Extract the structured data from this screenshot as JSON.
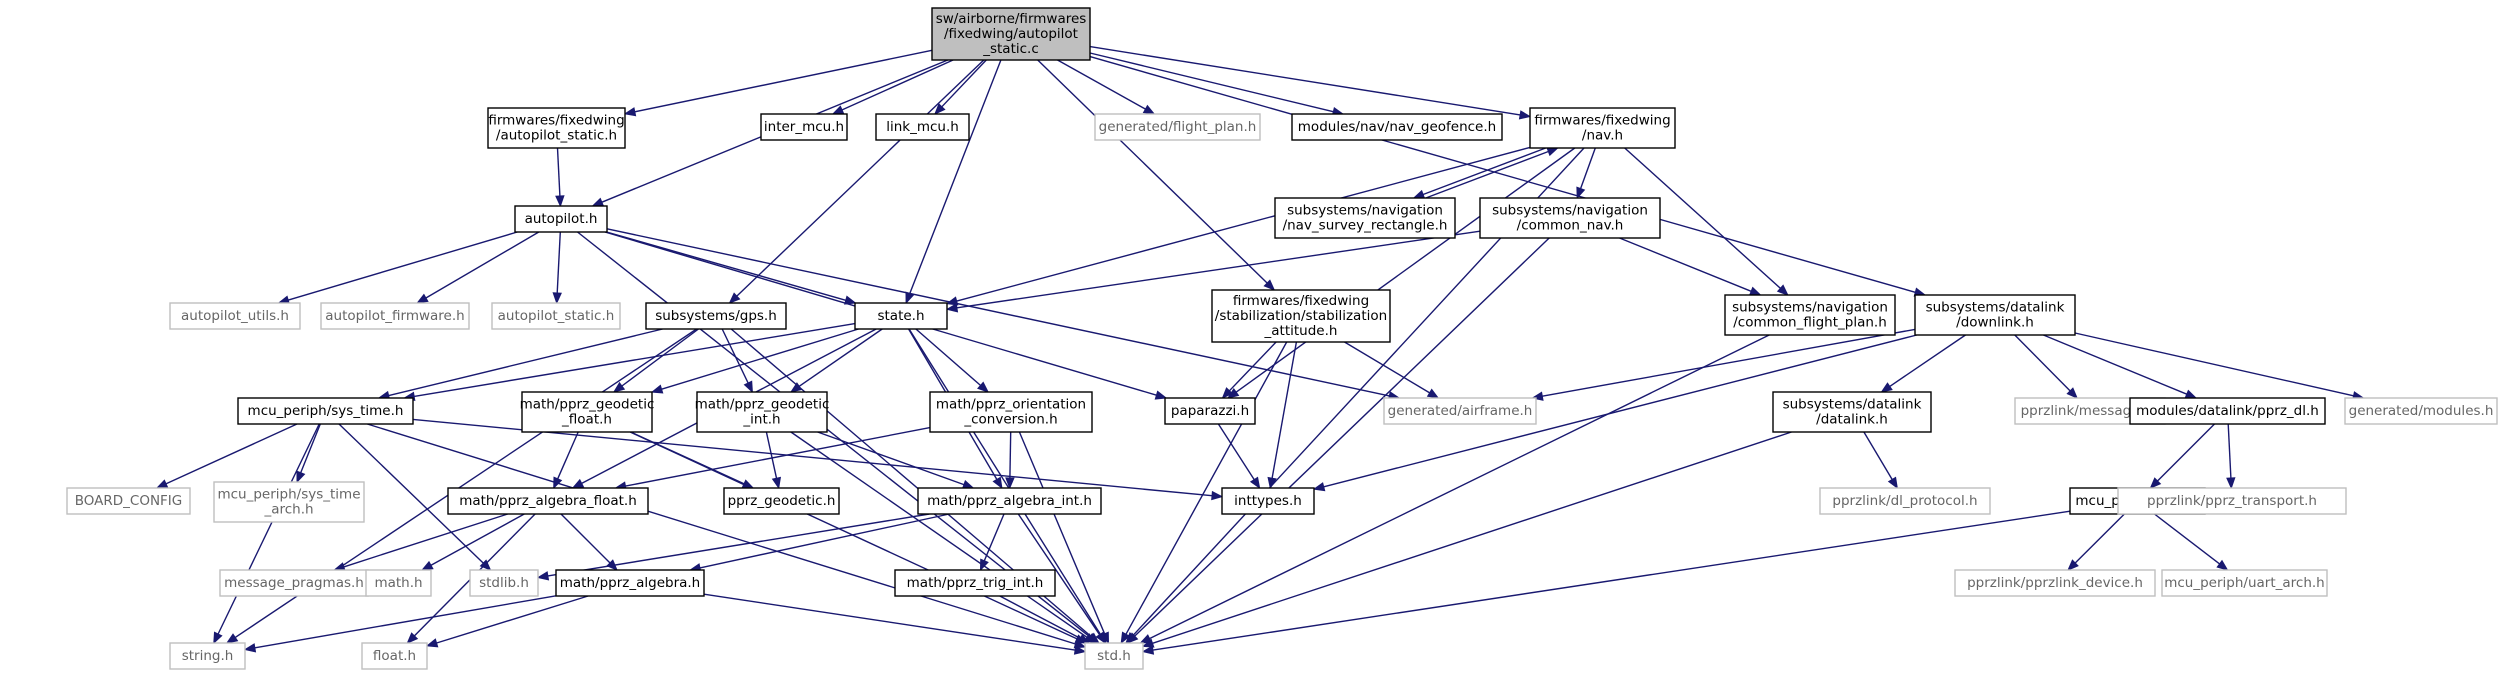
{
  "colors": {
    "edge": "#191970",
    "root_fill": "#bfbfbf",
    "ghost_border": "#bfbfbf",
    "ghost_text": "#666666"
  },
  "nodes": [
    {
      "id": "root",
      "lines": [
        "sw/airborne/firmwares",
        "/fixedwing/autopilot",
        "_static.c"
      ],
      "kind": "root"
    },
    {
      "id": "fw_autopilot_static_h",
      "lines": [
        "firmwares/fixedwing",
        "/autopilot_static.h"
      ],
      "kind": "normal"
    },
    {
      "id": "inter_mcu",
      "lines": [
        "inter_mcu.h"
      ],
      "kind": "normal"
    },
    {
      "id": "link_mcu",
      "lines": [
        "link_mcu.h"
      ],
      "kind": "normal"
    },
    {
      "id": "flight_plan",
      "lines": [
        "generated/flight_plan.h"
      ],
      "kind": "ghost"
    },
    {
      "id": "nav_geofence",
      "lines": [
        "modules/nav/nav_geofence.h"
      ],
      "kind": "normal"
    },
    {
      "id": "fw_nav",
      "lines": [
        "firmwares/fixedwing",
        "/nav.h"
      ],
      "kind": "normal"
    },
    {
      "id": "autopilot_h",
      "lines": [
        "autopilot.h"
      ],
      "kind": "normal"
    },
    {
      "id": "nav_survey",
      "lines": [
        "subsystems/navigation",
        "/nav_survey_rectangle.h"
      ],
      "kind": "normal"
    },
    {
      "id": "common_nav",
      "lines": [
        "subsystems/navigation",
        "/common_nav.h"
      ],
      "kind": "normal"
    },
    {
      "id": "autopilot_utils",
      "lines": [
        "autopilot_utils.h"
      ],
      "kind": "ghost"
    },
    {
      "id": "autopilot_firmware",
      "lines": [
        "autopilot_firmware.h"
      ],
      "kind": "ghost"
    },
    {
      "id": "autopilot_static",
      "lines": [
        "autopilot_static.h"
      ],
      "kind": "ghost"
    },
    {
      "id": "gps",
      "lines": [
        "subsystems/gps.h"
      ],
      "kind": "normal"
    },
    {
      "id": "state",
      "lines": [
        "state.h"
      ],
      "kind": "normal"
    },
    {
      "id": "stab_att",
      "lines": [
        "firmwares/fixedwing",
        "/stabilization/stabilization",
        "_attitude.h"
      ],
      "kind": "normal"
    },
    {
      "id": "common_fp",
      "lines": [
        "subsystems/navigation",
        "/common_flight_plan.h"
      ],
      "kind": "normal"
    },
    {
      "id": "downlink",
      "lines": [
        "subsystems/datalink",
        "/downlink.h"
      ],
      "kind": "normal"
    },
    {
      "id": "sys_time",
      "lines": [
        "mcu_periph/sys_time.h"
      ],
      "kind": "normal"
    },
    {
      "id": "geo_float",
      "lines": [
        "math/pprz_geodetic",
        "_float.h"
      ],
      "kind": "normal"
    },
    {
      "id": "geo_int",
      "lines": [
        "math/pprz_geodetic",
        "_int.h"
      ],
      "kind": "normal"
    },
    {
      "id": "orient_conv",
      "lines": [
        "math/pprz_orientation",
        "_conversion.h"
      ],
      "kind": "normal"
    },
    {
      "id": "paparazzi",
      "lines": [
        "paparazzi.h"
      ],
      "kind": "normal"
    },
    {
      "id": "airframe",
      "lines": [
        "generated/airframe.h"
      ],
      "kind": "ghost"
    },
    {
      "id": "datalink",
      "lines": [
        "subsystems/datalink",
        "/datalink.h"
      ],
      "kind": "normal"
    },
    {
      "id": "messages",
      "lines": [
        "pprzlink/messages.h"
      ],
      "kind": "ghost"
    },
    {
      "id": "pprz_dl",
      "lines": [
        "modules/datalink/pprz_dl.h"
      ],
      "kind": "normal"
    },
    {
      "id": "gen_modules",
      "lines": [
        "generated/modules.h"
      ],
      "kind": "ghost"
    },
    {
      "id": "board_config",
      "lines": [
        "BOARD_CONFIG"
      ],
      "kind": "ghost"
    },
    {
      "id": "sys_time_arch",
      "lines": [
        "mcu_periph/sys_time",
        "_arch.h"
      ],
      "kind": "ghost"
    },
    {
      "id": "algebra_float",
      "lines": [
        "math/pprz_algebra_float.h"
      ],
      "kind": "normal"
    },
    {
      "id": "geodetic",
      "lines": [
        "pprz_geodetic.h"
      ],
      "kind": "normal"
    },
    {
      "id": "algebra_int",
      "lines": [
        "math/pprz_algebra_int.h"
      ],
      "kind": "normal"
    },
    {
      "id": "inttypes",
      "lines": [
        "inttypes.h"
      ],
      "kind": "normal"
    },
    {
      "id": "dl_protocol",
      "lines": [
        "pprzlink/dl_protocol.h"
      ],
      "kind": "ghost"
    },
    {
      "id": "uart",
      "lines": [
        "mcu_periph/uart.h"
      ],
      "kind": "normal"
    },
    {
      "id": "pprz_transport",
      "lines": [
        "pprzlink/pprz_transport.h"
      ],
      "kind": "ghost"
    },
    {
      "id": "msg_pragmas",
      "lines": [
        "message_pragmas.h"
      ],
      "kind": "ghost"
    },
    {
      "id": "math_h",
      "lines": [
        "math.h"
      ],
      "kind": "ghost"
    },
    {
      "id": "stdlib",
      "lines": [
        "stdlib.h"
      ],
      "kind": "ghost"
    },
    {
      "id": "algebra",
      "lines": [
        "math/pprz_algebra.h"
      ],
      "kind": "normal"
    },
    {
      "id": "trig_int",
      "lines": [
        "math/pprz_trig_int.h"
      ],
      "kind": "normal"
    },
    {
      "id": "pprzlink_device",
      "lines": [
        "pprzlink/pprzlink_device.h"
      ],
      "kind": "ghost"
    },
    {
      "id": "uart_arch",
      "lines": [
        "mcu_periph/uart_arch.h"
      ],
      "kind": "ghost"
    },
    {
      "id": "string",
      "lines": [
        "string.h"
      ],
      "kind": "ghost"
    },
    {
      "id": "float",
      "lines": [
        "float.h"
      ],
      "kind": "ghost"
    },
    {
      "id": "std",
      "lines": [
        "std.h"
      ],
      "kind": "ghost"
    }
  ],
  "edges": [
    [
      "root",
      "fw_autopilot_static_h"
    ],
    [
      "root",
      "inter_mcu"
    ],
    [
      "root",
      "link_mcu"
    ],
    [
      "root",
      "flight_plan"
    ],
    [
      "root",
      "nav_geofence"
    ],
    [
      "root",
      "fw_nav"
    ],
    [
      "root",
      "autopilot_h"
    ],
    [
      "root",
      "gps"
    ],
    [
      "root",
      "state"
    ],
    [
      "root",
      "stab_att"
    ],
    [
      "root",
      "downlink"
    ],
    [
      "fw_autopilot_static_h",
      "autopilot_h"
    ],
    [
      "autopilot_h",
      "autopilot_utils"
    ],
    [
      "autopilot_h",
      "autopilot_firmware"
    ],
    [
      "autopilot_h",
      "autopilot_static"
    ],
    [
      "autopilot_h",
      "state"
    ],
    [
      "autopilot_h",
      "paparazzi"
    ],
    [
      "autopilot_h",
      "airframe"
    ],
    [
      "autopilot_h",
      "std"
    ],
    [
      "fw_nav",
      "nav_survey"
    ],
    [
      "nav_survey",
      "fw_nav"
    ],
    [
      "fw_nav",
      "common_nav"
    ],
    [
      "fw_nav",
      "common_fp"
    ],
    [
      "fw_nav",
      "state"
    ],
    [
      "fw_nav",
      "paparazzi"
    ],
    [
      "fw_nav",
      "std"
    ],
    [
      "common_nav",
      "state"
    ],
    [
      "common_nav",
      "common_fp"
    ],
    [
      "common_nav",
      "std"
    ],
    [
      "common_fp",
      "std"
    ],
    [
      "stab_att",
      "paparazzi"
    ],
    [
      "stab_att",
      "airframe"
    ],
    [
      "stab_att",
      "inttypes"
    ],
    [
      "stab_att",
      "std"
    ],
    [
      "gps",
      "sys_time"
    ],
    [
      "gps",
      "geo_float"
    ],
    [
      "gps",
      "geo_int"
    ],
    [
      "gps",
      "std"
    ],
    [
      "state",
      "sys_time"
    ],
    [
      "state",
      "geo_float"
    ],
    [
      "state",
      "geo_int"
    ],
    [
      "state",
      "orient_conv"
    ],
    [
      "state",
      "algebra_float"
    ],
    [
      "state",
      "algebra_int"
    ],
    [
      "state",
      "std"
    ],
    [
      "sys_time",
      "board_config"
    ],
    [
      "sys_time",
      "sys_time_arch"
    ],
    [
      "sys_time",
      "stdlib"
    ],
    [
      "sys_time",
      "inttypes"
    ],
    [
      "sys_time",
      "std"
    ],
    [
      "geo_float",
      "algebra_float"
    ],
    [
      "geo_float",
      "geodetic"
    ],
    [
      "geo_float",
      "std"
    ],
    [
      "geo_int",
      "geodetic"
    ],
    [
      "geo_int",
      "algebra_int"
    ],
    [
      "geo_int",
      "std"
    ],
    [
      "orient_conv",
      "algebra_float"
    ],
    [
      "orient_conv",
      "algebra_int"
    ],
    [
      "orient_conv",
      "std"
    ],
    [
      "paparazzi",
      "inttypes"
    ],
    [
      "algebra_float",
      "msg_pragmas"
    ],
    [
      "algebra_float",
      "math_h"
    ],
    [
      "algebra_float",
      "algebra"
    ],
    [
      "algebra_float",
      "float"
    ],
    [
      "algebra_int",
      "stdlib"
    ],
    [
      "algebra_int",
      "algebra"
    ],
    [
      "algebra_int",
      "trig_int"
    ],
    [
      "algebra_int",
      "std"
    ],
    [
      "algebra",
      "string"
    ],
    [
      "algebra",
      "float"
    ],
    [
      "algebra",
      "std"
    ],
    [
      "trig_int",
      "std"
    ],
    [
      "downlink",
      "airframe"
    ],
    [
      "downlink",
      "inttypes"
    ],
    [
      "downlink",
      "datalink"
    ],
    [
      "downlink",
      "messages"
    ],
    [
      "downlink",
      "pprz_dl"
    ],
    [
      "downlink",
      "gen_modules"
    ],
    [
      "datalink",
      "dl_protocol"
    ],
    [
      "datalink",
      "std"
    ],
    [
      "pprz_dl",
      "uart"
    ],
    [
      "pprz_dl",
      "pprz_transport"
    ],
    [
      "uart",
      "pprzlink_device"
    ],
    [
      "uart",
      "uart_arch"
    ],
    [
      "uart",
      "std"
    ],
    [
      "gps",
      "string"
    ],
    [
      "sys_time",
      "string"
    ]
  ]
}
